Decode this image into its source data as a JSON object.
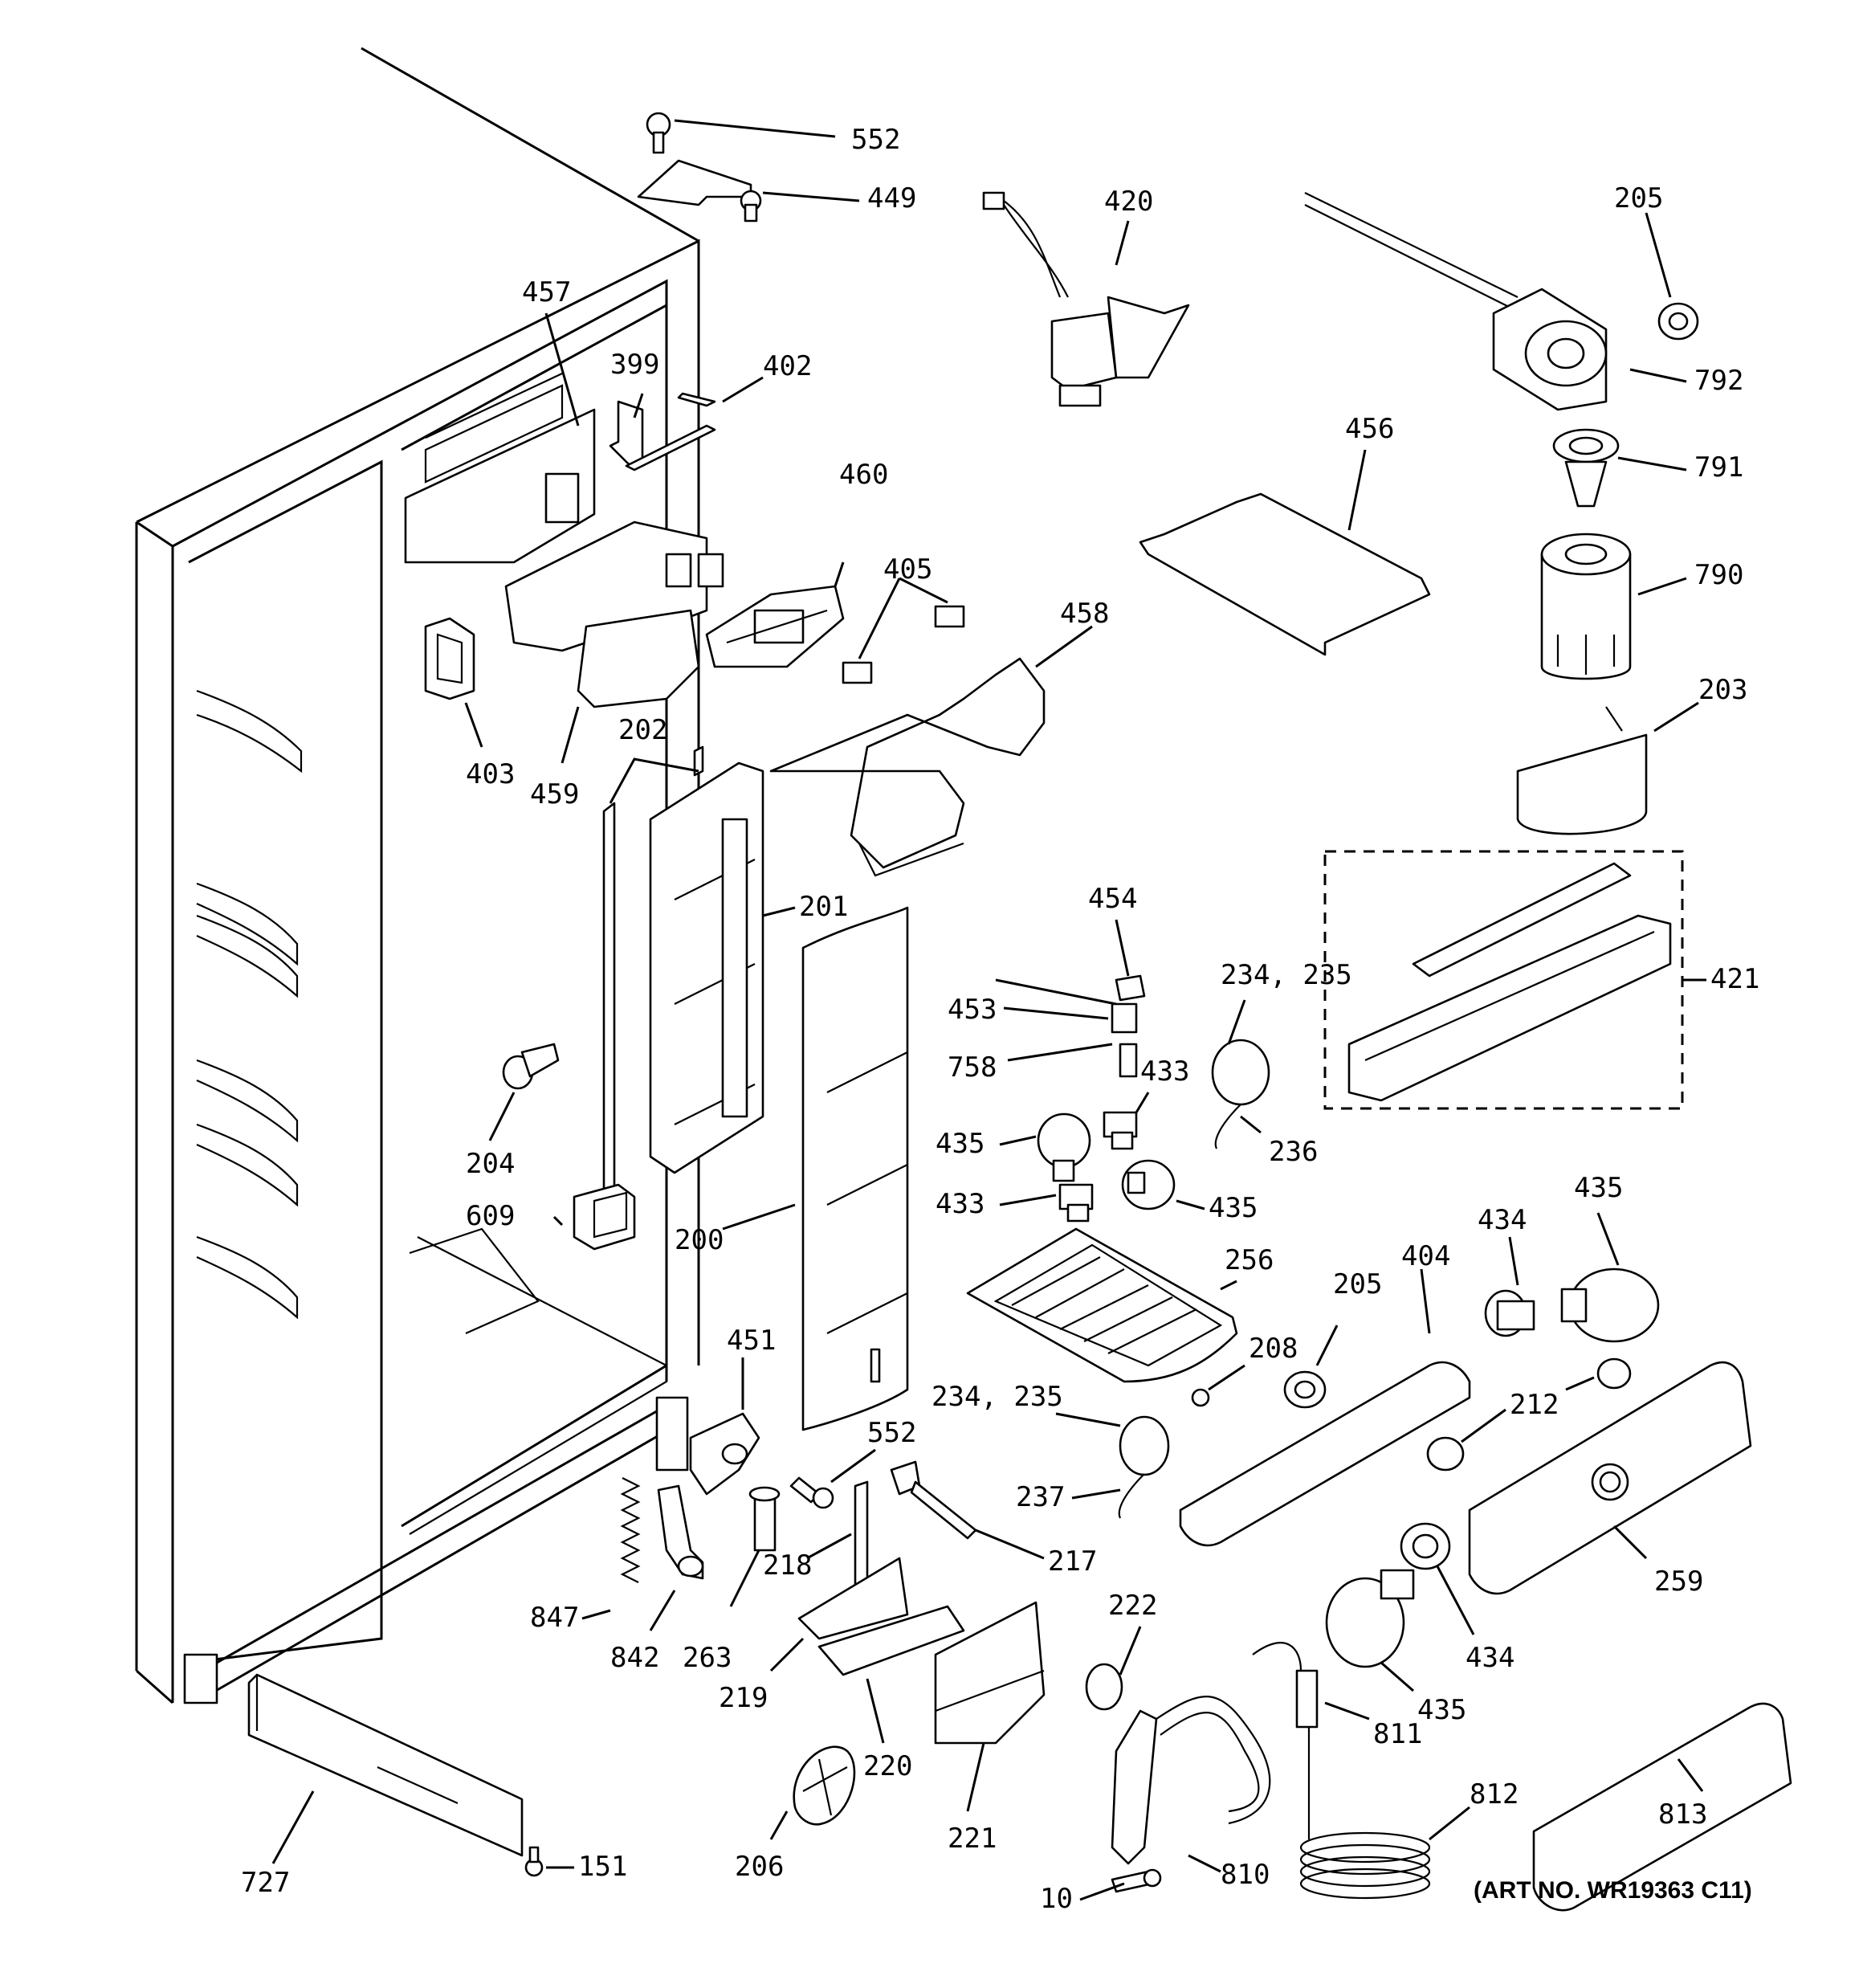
{
  "diagram": {
    "art_number": "(ART NO. WR19363 C11)",
    "callouts": {
      "c552a": "552",
      "c449": "449",
      "c420": "420",
      "c205a": "205",
      "c792": "792",
      "c457": "457",
      "c399": "399",
      "c402": "402",
      "c456": "456",
      "c791": "791",
      "c460": "460",
      "c405": "405",
      "c458": "458",
      "c790": "790",
      "c403": "403",
      "c459": "459",
      "c202": "202",
      "c203": "203",
      "c201": "201",
      "c454": "454",
      "c23435a": "234, 235",
      "c421": "421",
      "c453": "453",
      "c758": "758",
      "c433a": "433",
      "c435a": "435",
      "c236": "236",
      "c204": "204",
      "c433b": "433",
      "c435b": "435",
      "c435c": "435",
      "c609": "609",
      "c200": "200",
      "c256": "256",
      "c434a": "434",
      "c404": "404",
      "c205b": "205",
      "c208": "208",
      "c451": "451",
      "c23435b": "234, 235",
      "c212": "212",
      "c552b": "552",
      "c237": "237",
      "c217": "217",
      "c218": "218",
      "c259": "259",
      "c847": "847",
      "c263": "263",
      "c222": "222",
      "c434b": "434",
      "c842": "842",
      "c219": "219",
      "c435d": "435",
      "c811": "811",
      "c220": "220",
      "c812": "812",
      "c813": "813",
      "c221": "221",
      "c727": "727",
      "c151": "151",
      "c206": "206",
      "c10": "10",
      "c810": "810"
    }
  }
}
